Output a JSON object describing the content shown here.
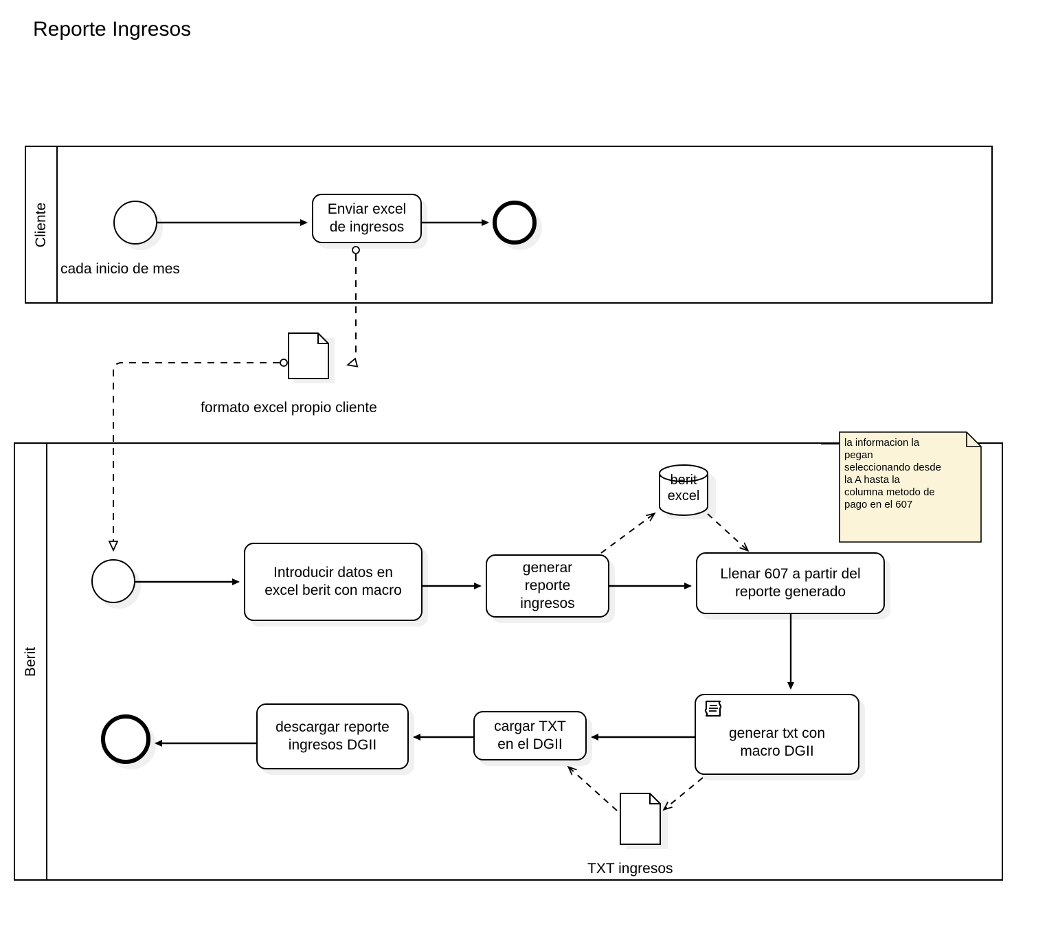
{
  "diagram": {
    "title": "Reporte Ingresos",
    "type": "bpmn-collaboration-diagram"
  },
  "pools": [
    {
      "id": "cliente",
      "lane_label": "Cliente"
    },
    {
      "id": "berit",
      "lane_label": "Berit"
    }
  ],
  "cliente": {
    "start_event_label": "cada inicio de mes",
    "task_send_excel": "Enviar excel\nde ingresos",
    "task_send_excel_line1": "Enviar excel",
    "task_send_excel_line2": "de ingresos",
    "end_event_name": "end-event"
  },
  "artifacts": {
    "formato_excel": "formato excel propio cliente",
    "txt_ingresos": "TXT ingresos",
    "datastore_line1": "berit",
    "datastore_line2": "excel"
  },
  "berit": {
    "task_introducir_line1": "Introducir datos en",
    "task_introducir_line2": "excel berit con macro",
    "task_generar_reporte_line1": "generar",
    "task_generar_reporte_line2": "reporte",
    "task_generar_reporte_line3": "ingresos",
    "task_llenar_line1": "Llenar 607 a partir del",
    "task_llenar_line2": "reporte generado",
    "task_generar_txt_line1": "generar txt con",
    "task_generar_txt_line2": "macro DGII",
    "task_cargar_txt_line1": "cargar TXT",
    "task_cargar_txt_line2": "en el DGII",
    "task_descargar_line1": "descargar reporte",
    "task_descargar_line2": "ingresos DGII"
  },
  "note": {
    "text": "la informacion la pegan seleccionando desde la A hasta la columna metodo de pago en el 607",
    "line1": "la informacion la",
    "line2": "pegan",
    "line3": "seleccionando desde",
    "line4": "la A hasta la",
    "line5": "columna metodo de",
    "line6": "pago en el 607",
    "background_color": "#fbf4d8",
    "border_color": "#000000"
  },
  "colors": {
    "stroke": "#000000",
    "fill": "#ffffff",
    "shadow": "#f0f0f0",
    "note_fill": "#fbf4d8"
  }
}
